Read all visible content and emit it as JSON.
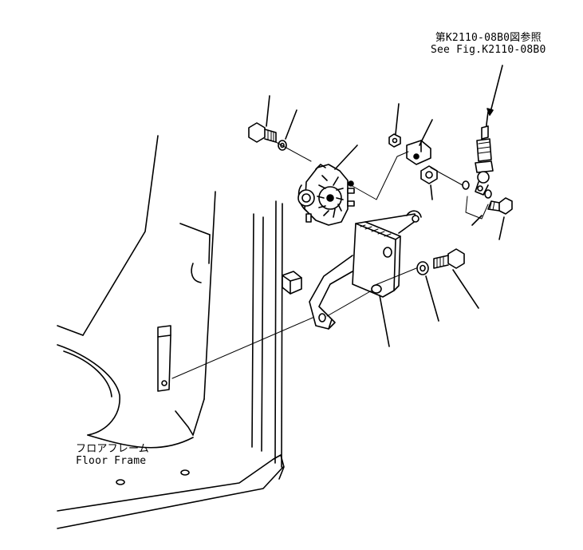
{
  "reference": {
    "line_jp": "第K2110-08B0図参照",
    "line_en": "See Fig.K2110-08B0"
  },
  "floor_frame": {
    "label_jp": "フロアフレーム",
    "label_en": "Floor Frame"
  },
  "colors": {
    "ink": "#000000",
    "paper": "#ffffff"
  }
}
